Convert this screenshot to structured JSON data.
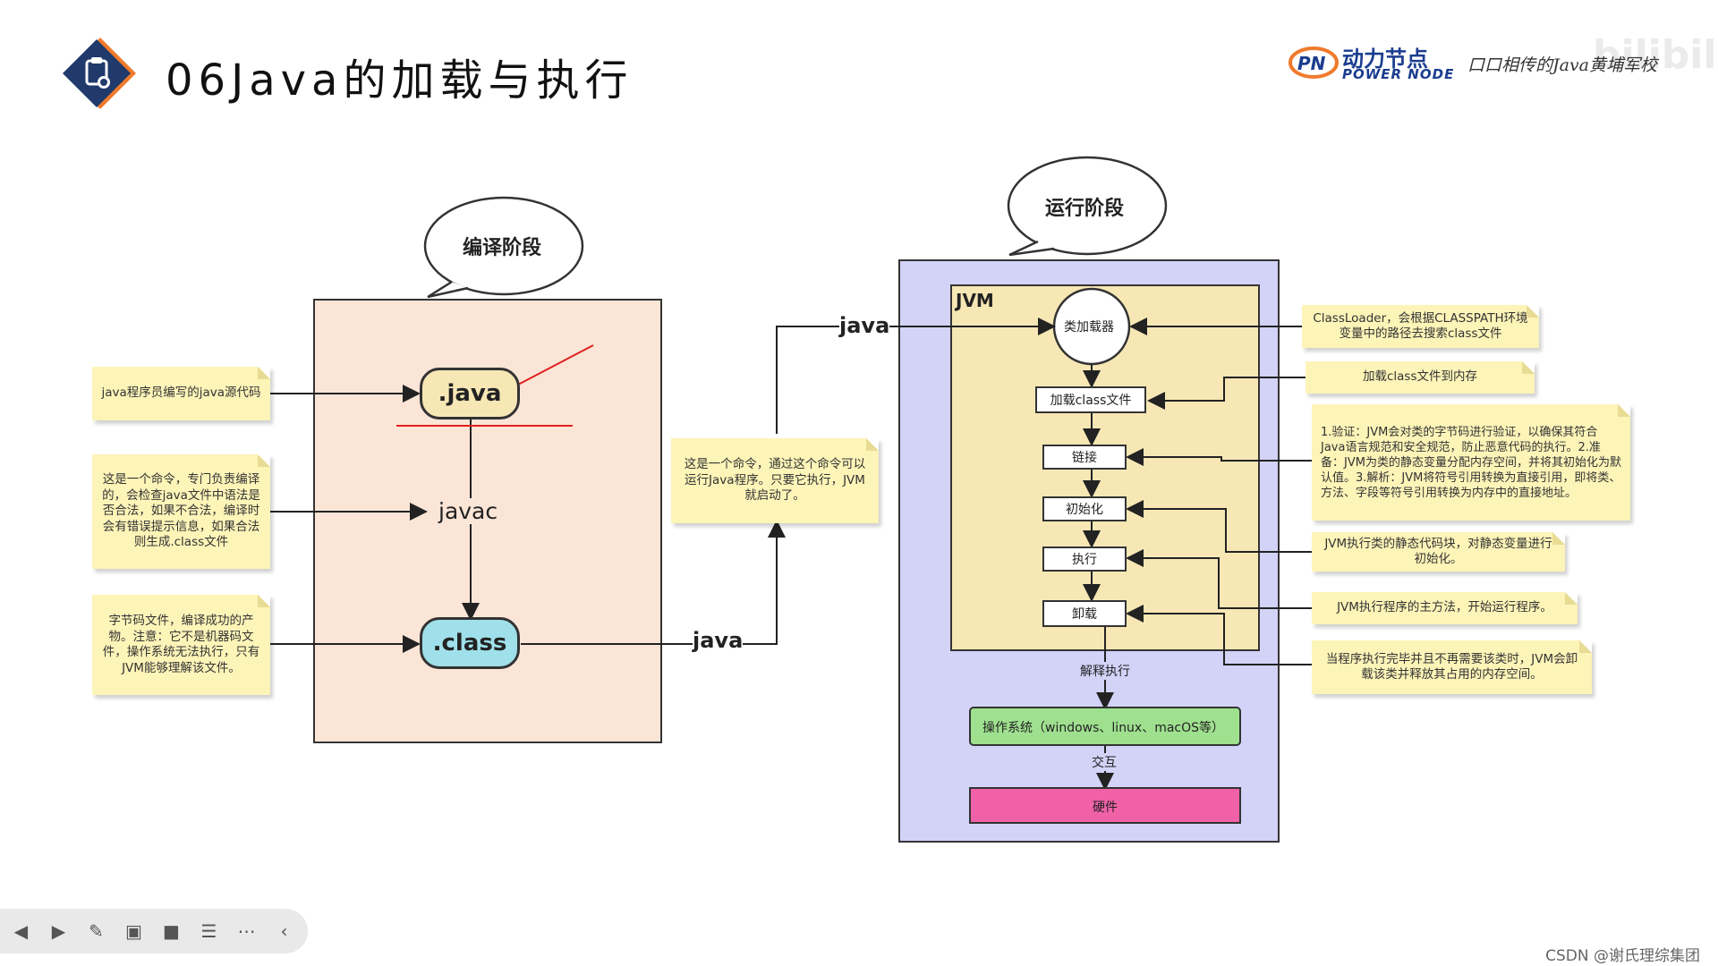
{
  "header": {
    "title": "06Java的加载与执行",
    "badge_icon": "clipboard-icon",
    "brand_logo_text": "动力节点",
    "brand_logo_en": "POWER NODE",
    "brand_slogan": "口口相传的Java黄埔军校",
    "brand_watermark": "bilibili",
    "accent_color": "#1a3d8f",
    "badge_color": "#1f3a6b",
    "badge_ring_color": "#f07a2c"
  },
  "compile": {
    "bubble_label": "编译阶段",
    "java_label": ".java",
    "javac_label": "javac",
    "class_label": ".class",
    "note_java": "java程序员编写的java源代码",
    "note_javac": "这是一个命令，专门负责编译的，会检查java文件中语法是否合法，如果不合法，编译时会有错误提示信息，如果合法则生成.class文件",
    "note_class": "字节码文件，编译成功的产物。注意：它不是机器码文件，操作系统无法执行，只有JVM能够理解该文件。",
    "panel_color": "#fbe5d6"
  },
  "middle": {
    "java_cmd_label_bottom": "java",
    "java_cmd_label_top": "java",
    "note_java_cmd": "这是一个命令，通过这个命令可以运行Java程序。只要它执行，JVM就启动了。"
  },
  "runtime": {
    "bubble_label": "运行阶段",
    "jvm_label": "JVM",
    "classloader_label": "类加载器",
    "steps": [
      "加载class文件",
      "链接",
      "初始化",
      "执行",
      "卸载"
    ],
    "interpret_label": "解释执行",
    "os_label": "操作系统（windows、linux、macOS等）",
    "interact_label": "交互",
    "hardware_label": "硬件",
    "note_classloader": "ClassLoader，会根据CLASSPATH环境变量中的路径去搜索class文件",
    "note_load": "加载class文件到内存",
    "note_link": "1.验证：JVM会对类的字节码进行验证，以确保其符合Java语言规范和安全规范，防止恶意代码的执行。2.准备：JVM为类的静态变量分配内存空间，并将其初始化为默认值。3.解析：JVM将符号引用转换为直接引用，即将类、方法、字段等符号引用转换为内存中的直接地址。",
    "note_init": "JVM执行类的静态代码块，对静态变量进行初始化。",
    "note_exec": "JVM执行程序的主方法，开始运行程序。",
    "note_unload": "当程序执行完毕并且不再需要该类时，JVM会卸载该类并释放其占用的内存空间。",
    "outer_color": "#d3d3f8",
    "jvm_color": "#f7e7b5",
    "os_color": "#9fe08f",
    "hardware_color": "#f061a8"
  },
  "toolbar": {
    "icons": [
      "prev-icon",
      "next-icon",
      "pen-icon",
      "screenshot-icon",
      "camera-icon",
      "comment-icon",
      "more-icon",
      "collapse-icon"
    ]
  },
  "footer": {
    "watermark": "CSDN @谢氏理综集团"
  }
}
